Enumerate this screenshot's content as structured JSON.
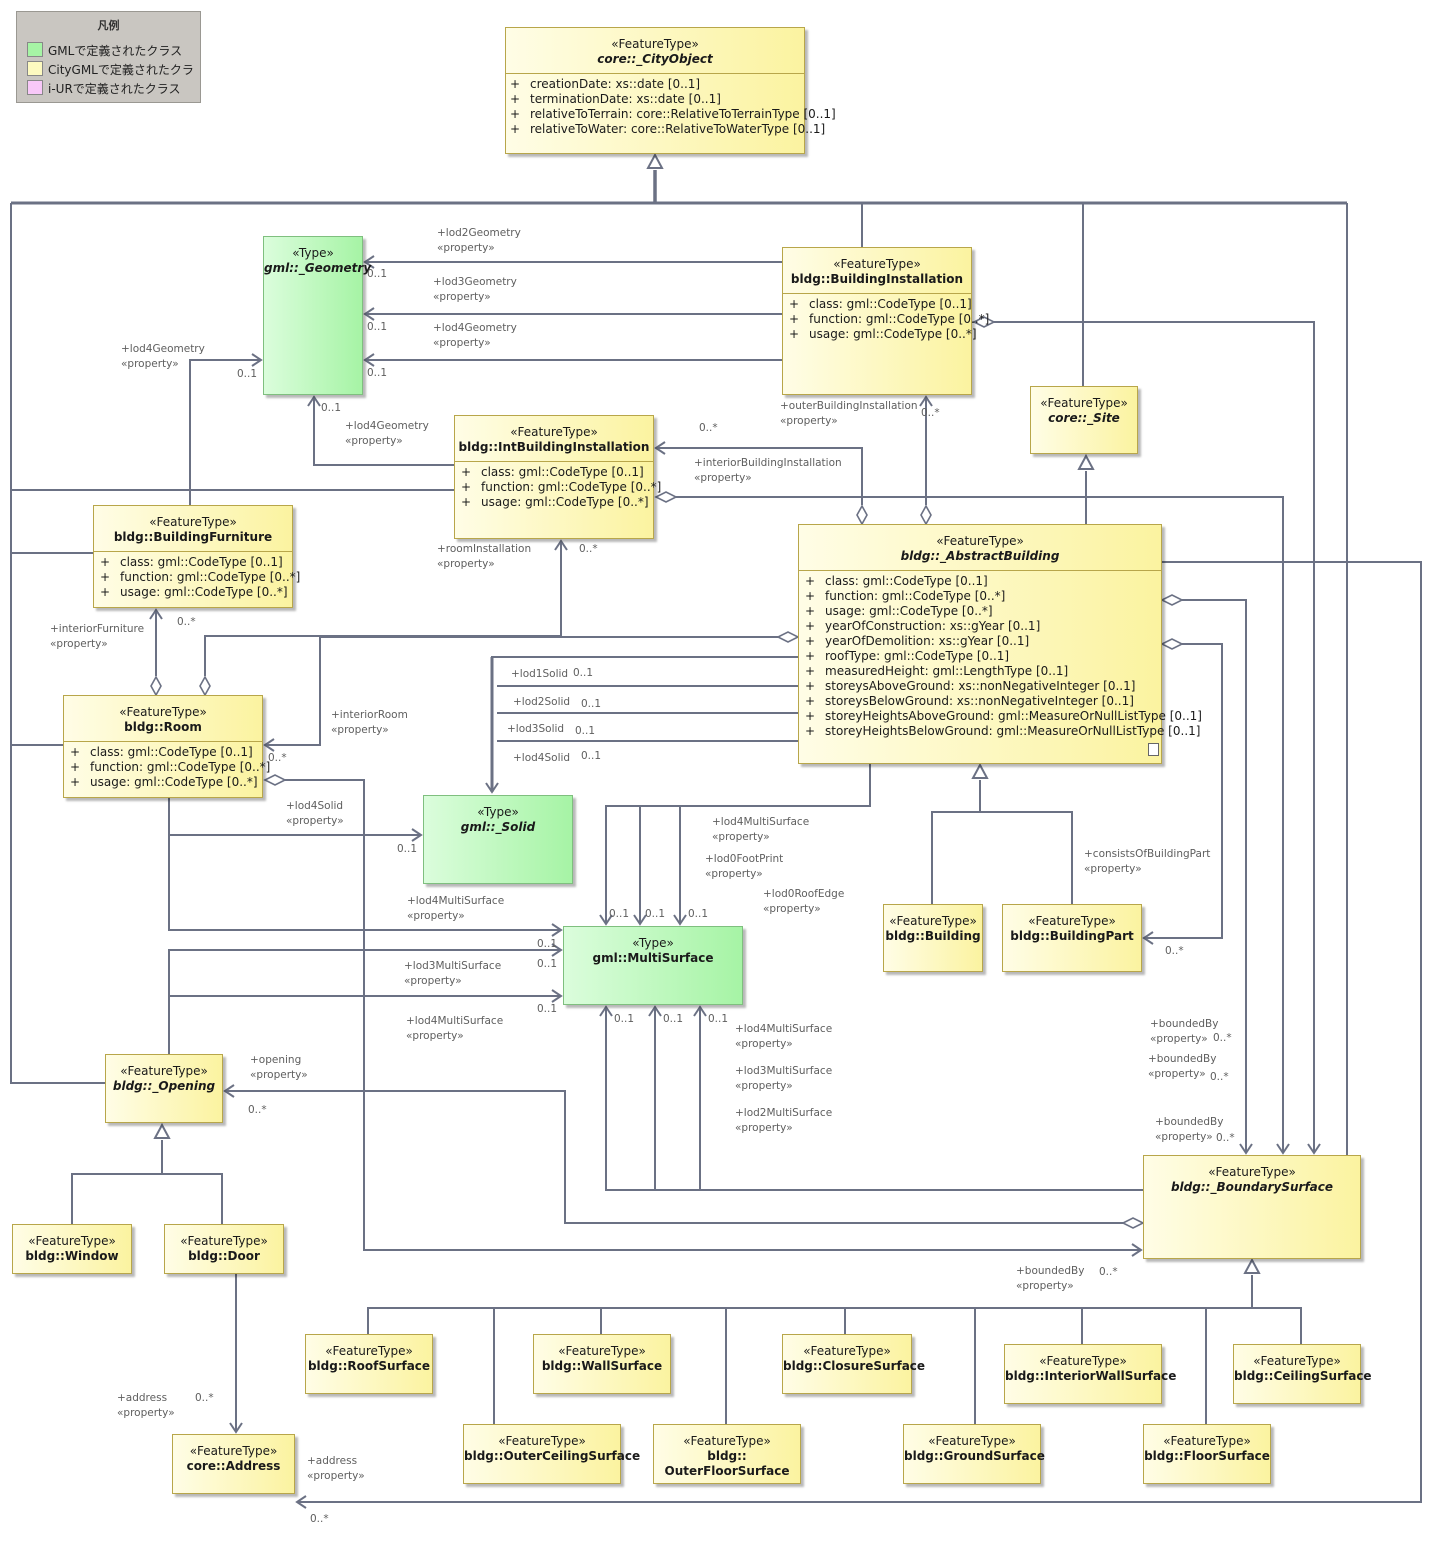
{
  "legend": {
    "title": "凡例",
    "items": [
      {
        "label": "GMLで定義されたクラス",
        "color": "#a6f4a5"
      },
      {
        "label": "CityGMLで定義されたクラス",
        "color": "#fdfac0"
      },
      {
        "label": "i-URで定義されたクラス",
        "color": "#f8c8f8"
      }
    ]
  },
  "classes": {
    "cityobject": {
      "stereotype": "«FeatureType»",
      "name": "core::_CityObject",
      "attributes": [
        "creationDate: xs::date [0..1]",
        "terminationDate: xs::date [0..1]",
        "relativeToTerrain: core::RelativeToTerrainType [0..1]",
        "relativeToWater: core::RelativeToWaterType [0..1]"
      ]
    },
    "geometry": {
      "stereotype": "«Type»",
      "name": "gml::_Geometry"
    },
    "buildinginstallation": {
      "stereotype": "«FeatureType»",
      "name": "bldg::BuildingInstallation",
      "attributes": [
        "class: gml::CodeType [0..1]",
        "function: gml::CodeType [0..*]",
        "usage: gml::CodeType [0..*]"
      ]
    },
    "site": {
      "stereotype": "«FeatureType»",
      "name": "core::_Site"
    },
    "intbuildinginstallation": {
      "stereotype": "«FeatureType»",
      "name": "bldg::IntBuildingInstallation",
      "attributes": [
        "class: gml::CodeType [0..1]",
        "function: gml::CodeType [0..*]",
        "usage: gml::CodeType [0..*]"
      ]
    },
    "buildingfurniture": {
      "stereotype": "«FeatureType»",
      "name": "bldg::BuildingFurniture",
      "attributes": [
        "class: gml::CodeType [0..1]",
        "function: gml::CodeType [0..*]",
        "usage: gml::CodeType [0..*]"
      ]
    },
    "abstractbuilding": {
      "stereotype": "«FeatureType»",
      "name": "bldg::_AbstractBuilding",
      "attributes": [
        "class: gml::CodeType [0..1]",
        "function: gml::CodeType [0..*]",
        "usage: gml::CodeType [0..*]",
        "yearOfConstruction: xs::gYear [0..1]",
        "yearOfDemolition: xs::gYear [0..1]",
        "roofType: gml::CodeType [0..1]",
        "measuredHeight: gml::LengthType [0..1]",
        "storeysAboveGround: xs::nonNegativeInteger [0..1]",
        "storeysBelowGround: xs::nonNegativeInteger [0..1]",
        "storeyHeightsAboveGround: gml::MeasureOrNullListType [0..1]",
        "storeyHeightsBelowGround: gml::MeasureOrNullListType [0..1]"
      ]
    },
    "room": {
      "stereotype": "«FeatureType»",
      "name": "bldg::Room",
      "attributes": [
        "class: gml::CodeType [0..1]",
        "function: gml::CodeType [0..*]",
        "usage: gml::CodeType [0..*]"
      ]
    },
    "solid": {
      "stereotype": "«Type»",
      "name": "gml::_Solid"
    },
    "multisurface": {
      "stereotype": "«Type»",
      "name": "gml::MultiSurface"
    },
    "building": {
      "stereotype": "«FeatureType»",
      "name": "bldg::Building"
    },
    "buildingpart": {
      "stereotype": "«FeatureType»",
      "name": "bldg::BuildingPart"
    },
    "opening": {
      "stereotype": "«FeatureType»",
      "name": "bldg::_Opening"
    },
    "window": {
      "stereotype": "«FeatureType»",
      "name": "bldg::Window"
    },
    "door": {
      "stereotype": "«FeatureType»",
      "name": "bldg::Door"
    },
    "boundarysurface": {
      "stereotype": "«FeatureType»",
      "name": "bldg::_BoundarySurface"
    },
    "roofsurface": {
      "stereotype": "«FeatureType»",
      "name": "bldg::RoofSurface"
    },
    "wallsurface": {
      "stereotype": "«FeatureType»",
      "name": "bldg::WallSurface"
    },
    "closuresurface": {
      "stereotype": "«FeatureType»",
      "name": "bldg::ClosureSurface"
    },
    "interiorwallsurface": {
      "stereotype": "«FeatureType»",
      "name": "bldg::InteriorWallSurface"
    },
    "ceilingsurface": {
      "stereotype": "«FeatureType»",
      "name": "bldg::CeilingSurface"
    },
    "outerceilingsurface": {
      "stereotype": "«FeatureType»",
      "name": "bldg::OuterCeilingSurface"
    },
    "outerfloorsurface": {
      "stereotype": "«FeatureType»",
      "name": "bldg::\nOuterFloorSurface"
    },
    "groundsurface": {
      "stereotype": "«FeatureType»",
      "name": "bldg::GroundSurface"
    },
    "floorsurface": {
      "stereotype": "«FeatureType»",
      "name": "bldg::FloorSurface"
    },
    "address": {
      "stereotype": "«FeatureType»",
      "name": "core::Address"
    }
  },
  "labels": [
    "+lod2Geometry\n«property»",
    "0..1",
    "+lod3Geometry\n«property»",
    "0..1",
    "+lod4Geometry\n«property»",
    "0..1",
    "+lod4Geometry\n«property»",
    "0..1",
    "+lod4Geometry\n«property»",
    "0..1",
    "+outerBuildingInstallation\n«property»",
    "0..*",
    "0..*",
    "+interiorBuildingInstallation\n«property»",
    "+roomInstallation\n«property»",
    "0..*",
    "+interiorFurniture\n«property»",
    "0..*",
    "+interiorRoom\n«property»",
    "0..*",
    "+lod1Solid",
    "0..1",
    "+lod2Solid",
    "0..1",
    "+lod3Solid",
    "0..1",
    "+lod4Solid",
    "0..1",
    "+lod4Solid\n«property»",
    "0..1",
    "+lod4MultiSurface\n«property»",
    "+lod0FootPrint\n«property»",
    "+lod0RoofEdge\n«property»",
    "0..1",
    "0..1",
    "0..1",
    "+lod4MultiSurface\n«property»",
    "0..1",
    "0..1",
    "+lod3MultiSurface\n«property»",
    "+lod4MultiSurface\n«property»",
    "0..1",
    "0..1",
    "0..1",
    "0..1",
    "+lod4MultiSurface\n«property»",
    "+lod3MultiSurface\n«property»",
    "+lod2MultiSurface\n«property»",
    "+opening\n«property»",
    "0..*",
    "+consistsOfBuildingPart\n«property»",
    "0..*",
    "+boundedBy\n«property»",
    "0..*",
    "+boundedBy\n«property»",
    "0..*",
    "+boundedBy\n«property»",
    "0..*",
    "+boundedBy\n«property»",
    "0..*",
    "+address\n«property»",
    "0..*",
    "+address\n«property»",
    "0..*"
  ]
}
